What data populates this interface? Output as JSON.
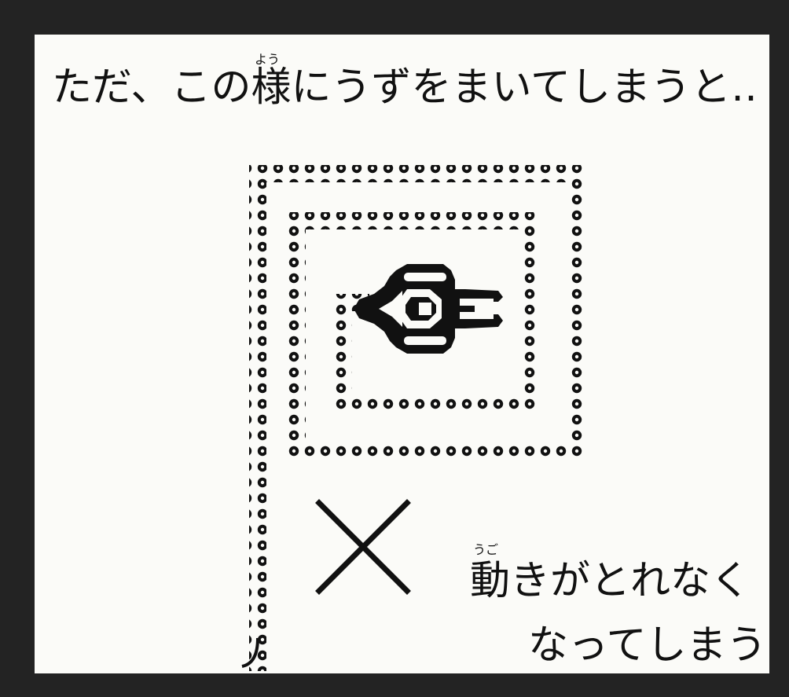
{
  "panel": {
    "headline": "ただ、この様にうずをまいてしまうと‥",
    "ruby_you": "よう",
    "caption_line_1": "動きがとれなく",
    "caption_line_2": "なってしまう",
    "ruby_ugo": "うご"
  },
  "graphics": {
    "cross_mark_icon": "x-mark-icon",
    "ship_icon": "spaceship-icon",
    "trail_icon": "spiral-trail-icon"
  },
  "colors": {
    "frame": "#232323",
    "panel_bg": "#fbfbf8",
    "ink": "#111111"
  }
}
